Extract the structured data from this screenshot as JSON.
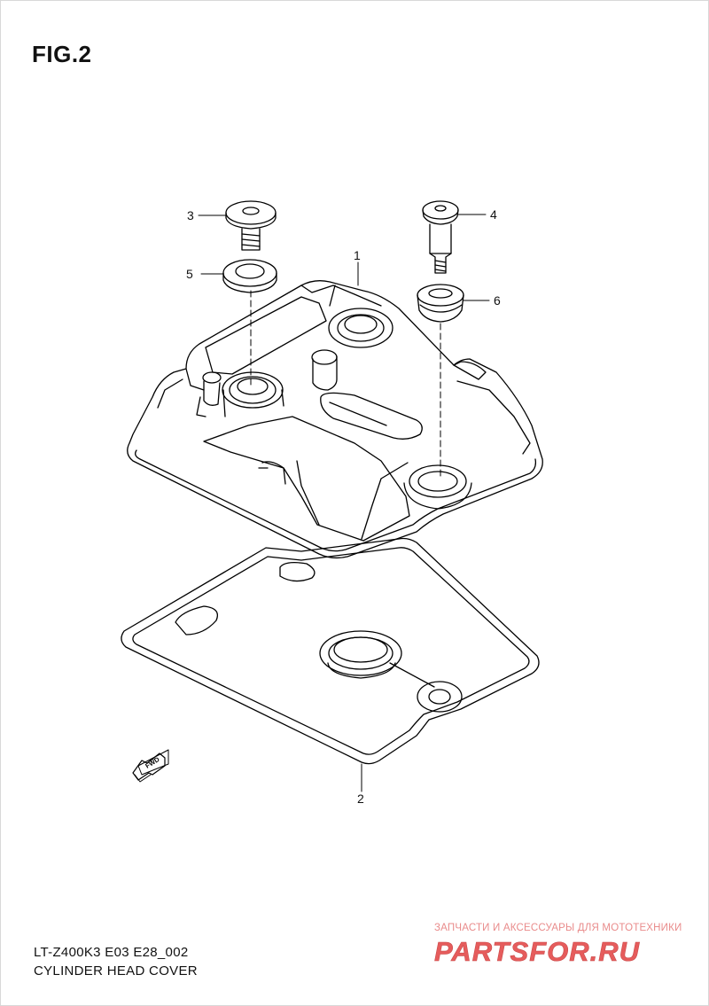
{
  "figure": {
    "title": "FIG.2"
  },
  "callouts": [
    "1",
    "2",
    "3",
    "4",
    "5",
    "6"
  ],
  "direction_badge": {
    "text": "FWD"
  },
  "footer": {
    "code": "LT-Z400K3 E03 E28_002",
    "description": "CYLINDER HEAD  COVER"
  },
  "watermark": {
    "tagline": "ЗАПЧАСТИ И АКСЕССУАРЫ ДЛЯ МОТОТЕХНИКИ",
    "logo_text": "PARTSFOR.RU",
    "color": "#e65c5c"
  }
}
